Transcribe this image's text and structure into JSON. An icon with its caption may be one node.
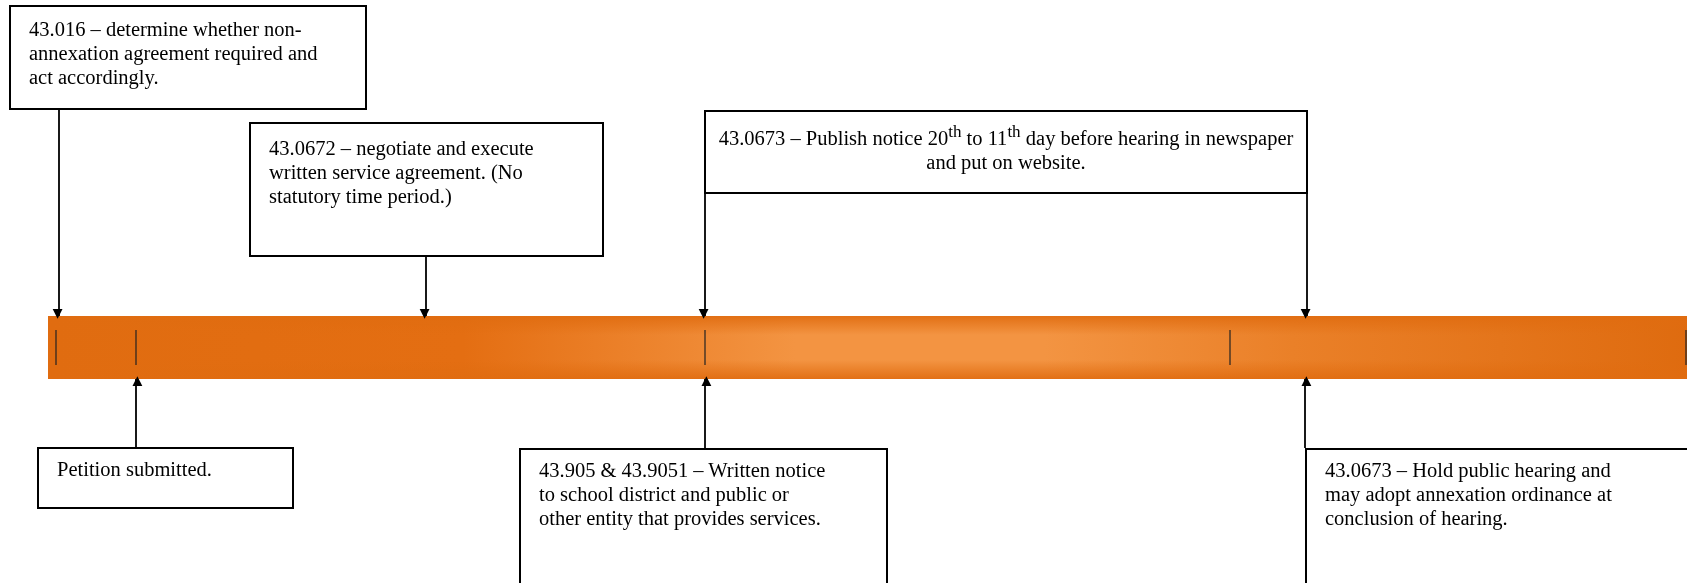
{
  "diagram": {
    "nodes": [
      {
        "text": [
          "43.016 – determine whether non-annexation agreement required and act accordingly."
        ]
      },
      {
        "text": [
          "43.0672 – negotiate and execute written service agreement. (No statutory time period.)"
        ]
      },
      {
        "text": [
          "43.0673 – Publish notice 20$^{th}$ to 11$^{th}$ day before hearing in newspaper and put on website."
        ]
      },
      {
        "text": [],
        "shape": "bar"
      },
      {
        "text": [
          "Petition submitted."
        ]
      },
      {
        "text": [
          "43.905 & 43.9051 – Written notice to school district and public or other entity that provides services."
        ]
      },
      {
        "text": [
          "43.0673 – Hold public hearing and may adopt annexation ordinance at conclusion of hearing."
        ]
      }
    ],
    "edges": [
      {
        "from": 0,
        "to": 3,
        "arrow": "to"
      },
      {
        "from": 1,
        "to": 3,
        "arrow": "to"
      },
      {
        "from": 2,
        "to": 3,
        "arrow": "to"
      },
      {
        "from": 2,
        "to": 3,
        "arrow": "to"
      },
      {
        "from": 4,
        "to": 3,
        "arrow": "to"
      },
      {
        "from": 5,
        "to": 3,
        "arrow": "to"
      },
      {
        "from": 6,
        "to": 3,
        "arrow": "to"
      }
    ]
  }
}
